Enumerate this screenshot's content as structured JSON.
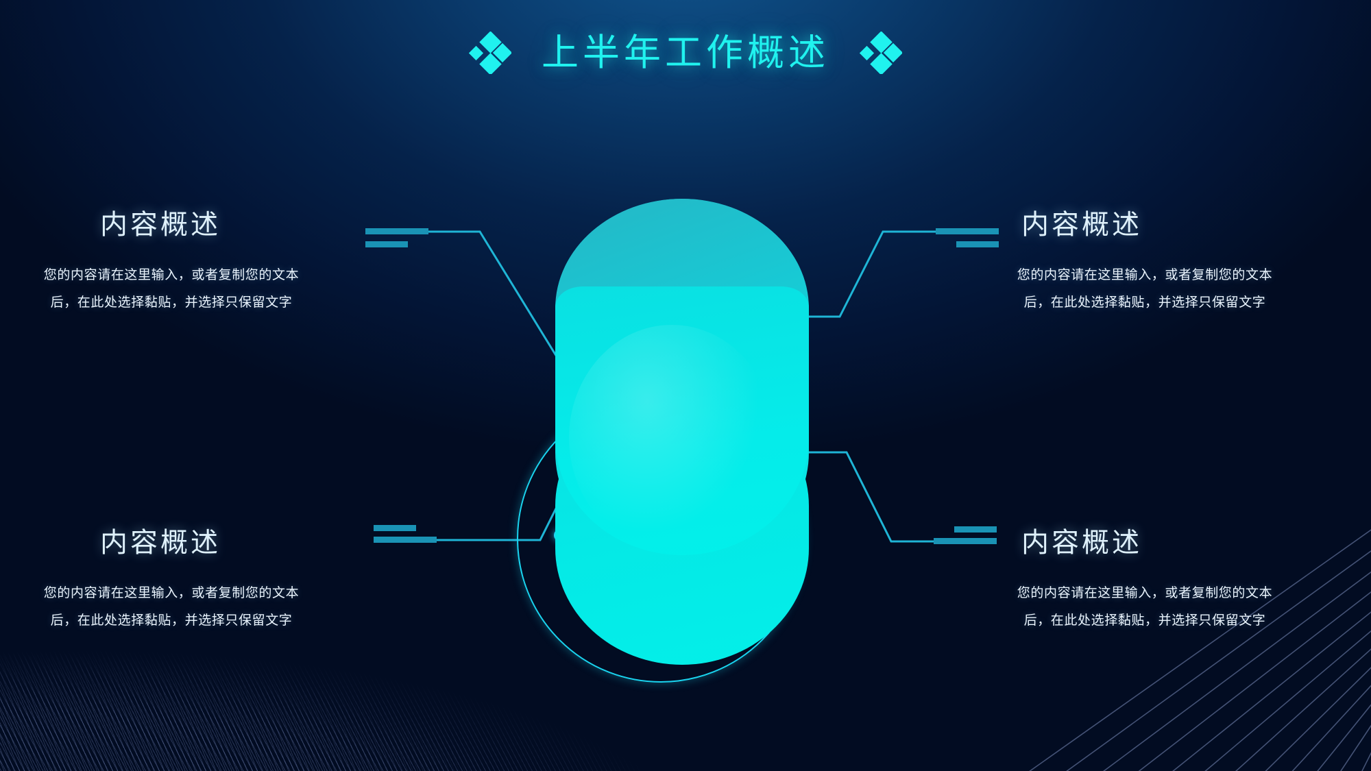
{
  "slide": {
    "title": "上半年工作概述",
    "title_ornament_icon": "diamond-cluster-icon",
    "accent_cyan": "#20f2ef",
    "accent_teal": "#1a9fc0",
    "background_deep": "#031536",
    "background_blue": "#10568f",
    "capsule_color": "#05ecea",
    "capsule_shadow_color": "#1fb9c9",
    "ring_color": "#1ad4ef",
    "heading_color": "#dff1fb",
    "body_color": "#eaf4fd"
  },
  "blocks": [
    {
      "id": "top-left",
      "heading": "内容概述",
      "body_line1": "您的内容请在这里输入，或者复制您的文本",
      "body_line2": "后，在此处选择黏贴，并选择只保留文字"
    },
    {
      "id": "top-right",
      "heading": "内容概述",
      "body_line1": "您的内容请在这里输入，或者复制您的文本",
      "body_line2": "后，在此处选择黏贴，并选择只保留文字"
    },
    {
      "id": "bottom-left",
      "heading": "内容概述",
      "body_line1": "您的内容请在这里输入，或者复制您的文本",
      "body_line2": "后，在此处选择黏贴，并选择只保留文字"
    },
    {
      "id": "bottom-right",
      "heading": "内容概述",
      "body_line1": "您的内容请在这里输入，或者复制您的文本",
      "body_line2": "后，在此处选择黏贴，并选择只保留文字"
    }
  ]
}
